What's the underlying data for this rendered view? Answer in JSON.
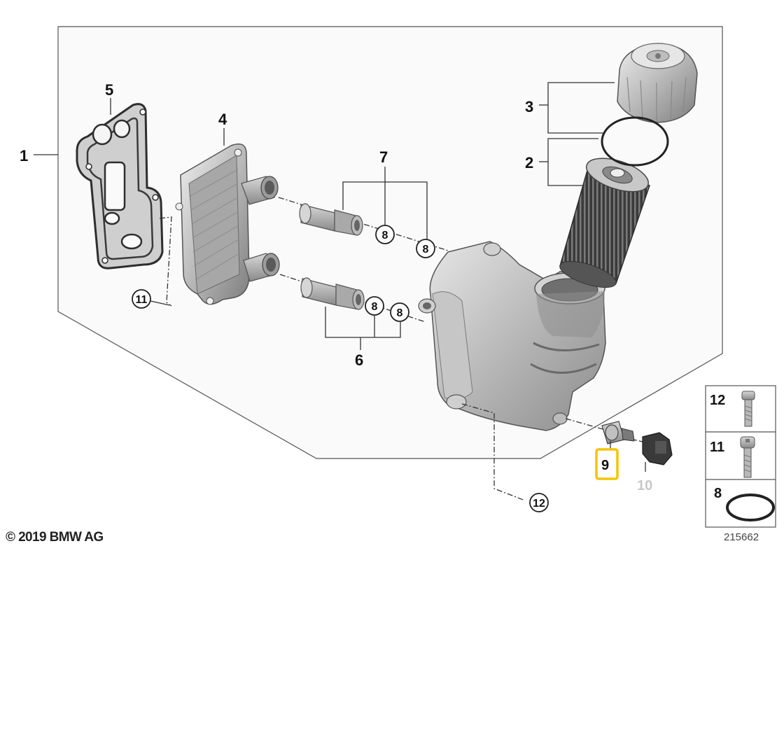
{
  "diagram": {
    "copyright": "© 2019 BMW AG",
    "diagram_number": "215662",
    "callouts": {
      "c1": "1",
      "c2": "2",
      "c3": "3",
      "c4": "4",
      "c5": "5",
      "c6": "6",
      "c7": "7",
      "c9": "9",
      "c10": "10"
    },
    "circled": {
      "c11": "11",
      "c12": "12",
      "c8a": "8",
      "c8b": "8",
      "c8c": "8",
      "c8d": "8"
    },
    "legend": {
      "r1": "12",
      "r2": "11",
      "r3": "8"
    },
    "highlight_color": "#f5c400",
    "greyed_color": "#c8c8c8"
  }
}
